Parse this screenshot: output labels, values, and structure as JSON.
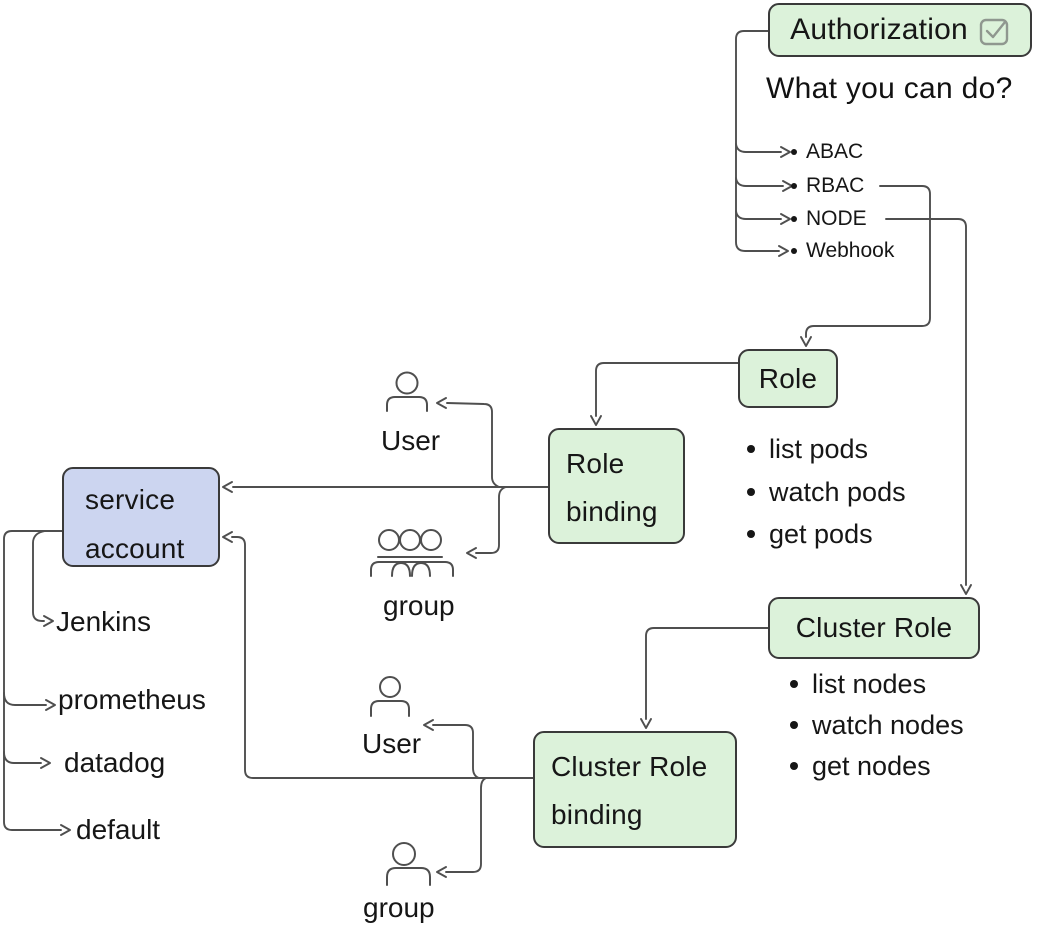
{
  "authorization": {
    "title": "Authorization",
    "subtitle": "What you can do?",
    "modes": [
      "ABAC",
      "RBAC",
      "NODE",
      "Webhook"
    ]
  },
  "role": {
    "label": "Role",
    "permissions": [
      "list pods",
      "watch pods",
      "get pods"
    ]
  },
  "role_binding": {
    "label": "Role\nbinding",
    "subjects": {
      "user": "User",
      "group": "group"
    }
  },
  "cluster_role": {
    "label": "Cluster Role",
    "permissions": [
      "list nodes",
      "watch nodes",
      "get nodes"
    ]
  },
  "cluster_role_binding": {
    "label": "Cluster Role\nbinding",
    "subjects": {
      "user": "User",
      "group": "group"
    }
  },
  "service_account": {
    "label": "service\naccount",
    "accounts": [
      "Jenkins",
      "prometheus",
      "datadog",
      "default"
    ]
  },
  "icons": {
    "authorization_badge": "checkbox-icon",
    "user": "person-icon",
    "group": "people-icon"
  },
  "colors": {
    "box_green": "#dcf2da",
    "box_blue": "#ccd5f0",
    "box_border": "#3a3a3a",
    "wire": "#4f4f4f",
    "text": "#161616"
  }
}
